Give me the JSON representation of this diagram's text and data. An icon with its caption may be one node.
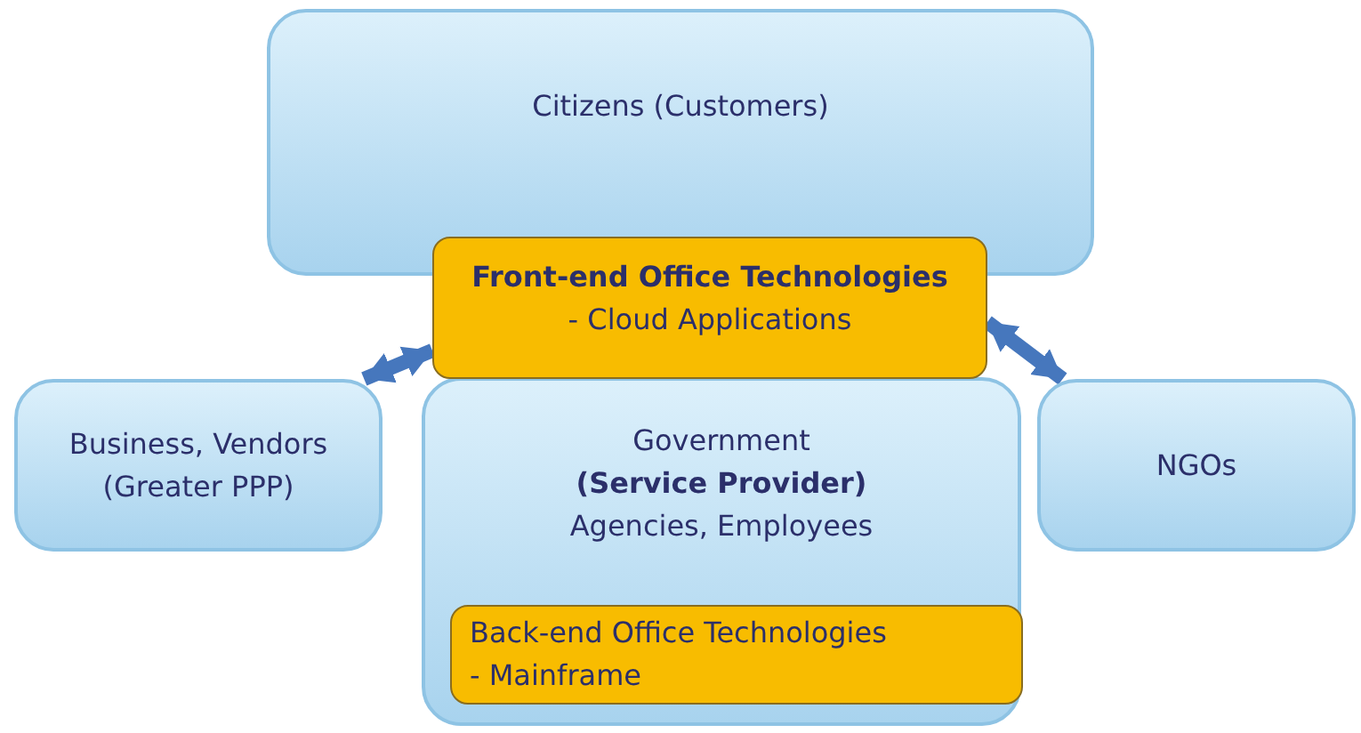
{
  "diagram": {
    "nodes": [
      {
        "text": [
          "Citizens (Customers)"
        ]
      },
      {
        "text": [
          "Front-end Office Technologies",
          "- Cloud Applications"
        ]
      },
      {
        "text": [
          "Business, Vendors (Greater PPP)"
        ]
      },
      {
        "text": [
          "Government",
          "(Service Provider)",
          "Agencies, Employees"
        ]
      },
      {
        "text": [
          "Back-end Office Technologies",
          "- Mainframe"
        ],
        "in": 3
      },
      {
        "text": [
          "NGOs"
        ]
      }
    ],
    "edges": [
      {
        "from": 2,
        "to": 1,
        "arrow": "both"
      },
      {
        "from": 1,
        "to": 5,
        "arrow": "both"
      }
    ]
  }
}
